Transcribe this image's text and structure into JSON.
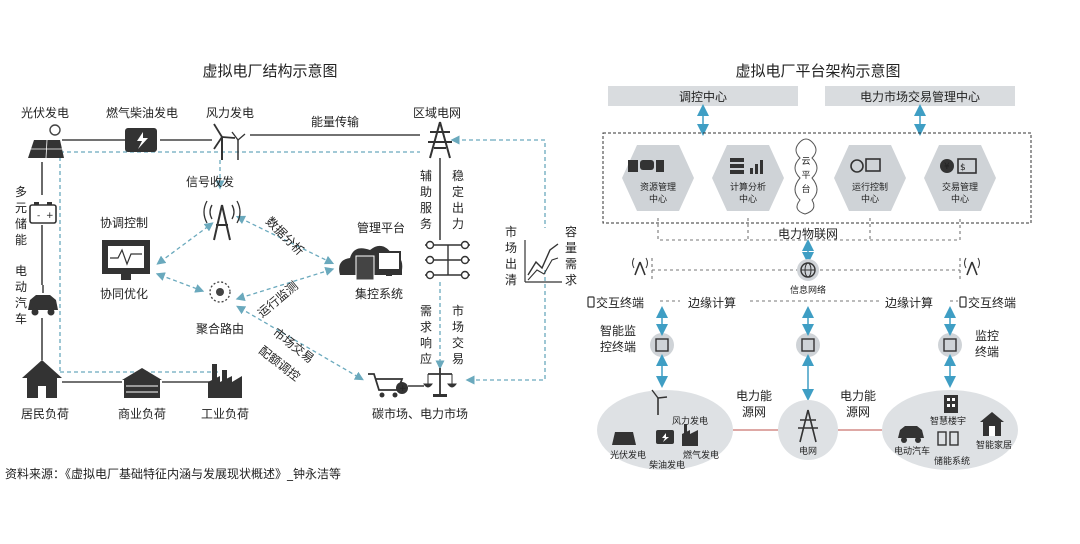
{
  "left": {
    "title": "虚拟电厂结构示意图",
    "pv": "光伏发电",
    "gas": "燃气柴油发电",
    "wind": "风力发电",
    "energy_transmission": "能量传输",
    "regional_grid": "区域电网",
    "storage": [
      "多",
      "元",
      "储",
      "能"
    ],
    "ev": [
      "电",
      "动",
      "汽",
      "车"
    ],
    "signal": "信号收发",
    "coordination": "协调控制",
    "optimization": "协同优化",
    "aggregation": "聚合路由",
    "data_analysis": "数据分析",
    "operation_monitor": "运行监测",
    "market_trade": "市场交易",
    "dispatch": "配额调控",
    "mgmt_platform": "管理平台",
    "central_control": "集控系统",
    "aux_service": [
      "辅",
      "助",
      "服",
      "务"
    ],
    "stable_output": [
      "稳",
      "定",
      "出",
      "力"
    ],
    "demand_response": [
      "需",
      "求",
      "响",
      "应"
    ],
    "market_trading_v": [
      "市",
      "场",
      "交",
      "易"
    ],
    "market_clearing": [
      "市",
      "场",
      "出",
      "清"
    ],
    "capacity_demand": [
      "容",
      "量",
      "需",
      "求"
    ],
    "residential": "居民负荷",
    "commercial": "商业负荷",
    "industrial": "工业负荷",
    "carbon_market": "碳市场、电力市场",
    "source": "资料来源：《虚拟电厂基础特征内涵与发展现状概述》_钟永洁等"
  },
  "right": {
    "title": "虚拟电厂平台架构示意图",
    "dispatch_center": "调控中心",
    "market_center": "电力市场交易管理中心",
    "hex": [
      {
        "label": [
          "资源管理",
          "中心"
        ]
      },
      {
        "label": [
          "计算分析",
          "中心"
        ]
      },
      {
        "label": [
          "运行控制",
          "中心"
        ]
      },
      {
        "label": [
          "交易管理",
          "中心"
        ]
      }
    ],
    "cloud": [
      "云",
      "平",
      "台"
    ],
    "iot": "电力物联网",
    "info_network": "信息网络",
    "interactive_terminal_l": "交互终端",
    "edge_computing_l": "边缘计算",
    "edge_computing_r": "边缘计算",
    "interactive_terminal_r": "交互终端",
    "smart_monitor_terminal": [
      "智能监",
      "控终端"
    ],
    "monitor_terminal": [
      "监控",
      "终端"
    ],
    "energy_net_l": [
      "电力能",
      "源网"
    ],
    "energy_net_r": [
      "电力能",
      "源网"
    ],
    "grid": "电网",
    "wind": "风力发电",
    "pv": "光伏发电",
    "gas": "燃气发电",
    "diesel": "柴油发电",
    "smart_building": "智慧楼宇",
    "ev": "电动汽车",
    "smart_home": "智能家居",
    "storage": "储能系统"
  }
}
